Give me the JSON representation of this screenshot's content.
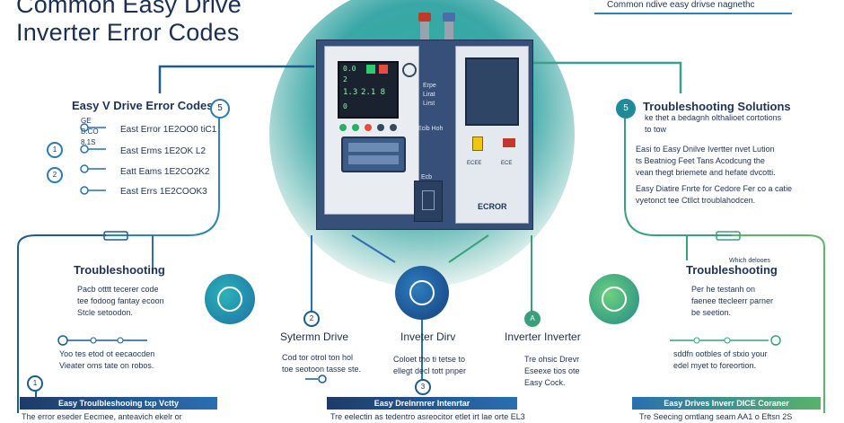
{
  "title": [
    "Common Easy Drive",
    "Inverter Error Codes"
  ],
  "top_right_note": "Common ndive easy drivse nagnethc",
  "left_panel": {
    "heading": "Easy V Drive Error Codes",
    "badge": "5",
    "side_labels": [
      "GE",
      "B.CO",
      "8.1S"
    ],
    "side_badges": [
      "1",
      "2"
    ],
    "codes": [
      "East Error 1E2OO0 tiC1",
      "East Erms 1E2OK L2",
      "Eatt Eams 1E2CO2K2",
      "East Errs 1E2COOK3"
    ]
  },
  "right_panel": {
    "badge": "5",
    "heading": "Troubleshooting Solutions",
    "sub": [
      "ke thet a bedagnh olthalioet cortotions",
      "to tow"
    ],
    "para1": [
      "Easi to Easy Dnilve Ivertter nvet Lution",
      "ts Beatniog Feet Tans Acodcung the",
      "vean thegt briemete and hefate dvcotti."
    ],
    "para2": [
      "Easy Diatire Fnrte for Cedore Fer co a catie",
      "vyetonct tee Ctllct troublahodcen."
    ]
  },
  "panel": {
    "display_digits": [
      "0.0",
      "2",
      "1.3",
      "2.1 8",
      "0"
    ],
    "right_labels": [
      "Erpe",
      "Lirat",
      "Lirst"
    ],
    "key_label": "Ecib Hoh",
    "side_label": "Ecb",
    "screen_label": "ECROR",
    "small_label": "ECEE",
    "small_label2": "ECE"
  },
  "bottom": {
    "left": {
      "heading": "Troubleshooting",
      "text": [
        "Pacb otttt tecerer code",
        "tee fodoog fantay ecoon",
        "Stcle setoodon."
      ],
      "bullets": [
        "Yoo tes etod ot eecaocden",
        "Vieater oms tate on robos."
      ],
      "badge": "1",
      "banner": "Easy Troulbleshooing txp Vctty",
      "footer": "The error eseder Eecmee, anteavich ekelr or"
    },
    "center_left": {
      "badge": "2",
      "heading": "Sytermn Drive",
      "text": [
        "Cod tor otrol ton hol",
        "toe seotoon tasse ste."
      ]
    },
    "center": {
      "heading": "Inveter Dirv",
      "text": [
        "Coloet tho ti tetse to",
        "ellegt decl tott pnper"
      ],
      "badge": "3",
      "banner": "Easy Drelnrnrer Intenrtar",
      "footer": "Tre eelectin as tedentro asreocitor etlet irt lae orte EL3"
    },
    "center_right": {
      "badge": "A",
      "heading": "Inverter Inverter",
      "text": [
        "Tre ohsic Drevr",
        "Eseexe tios ote",
        "Easy Cock."
      ]
    },
    "right": {
      "tag": "Which delooes",
      "heading": "Troubleshooting",
      "text": [
        "Per he testanh on",
        "faenee ttecleerr parner",
        "be seetion."
      ],
      "bullets": [
        "sddfn ootbles of stxio your",
        "edel myet to foreortion."
      ],
      "banner": "Easy Drives Inverr DICE Coraner",
      "footer": "Tre Seecing omtlang seam AA1 o Eftsn 2S"
    }
  },
  "colors": {
    "navy": "#1d3356",
    "teal": "#1f8a9a",
    "blue": "#2a6fb0",
    "green": "#5bb26a",
    "panel_blue": "#36507a"
  }
}
